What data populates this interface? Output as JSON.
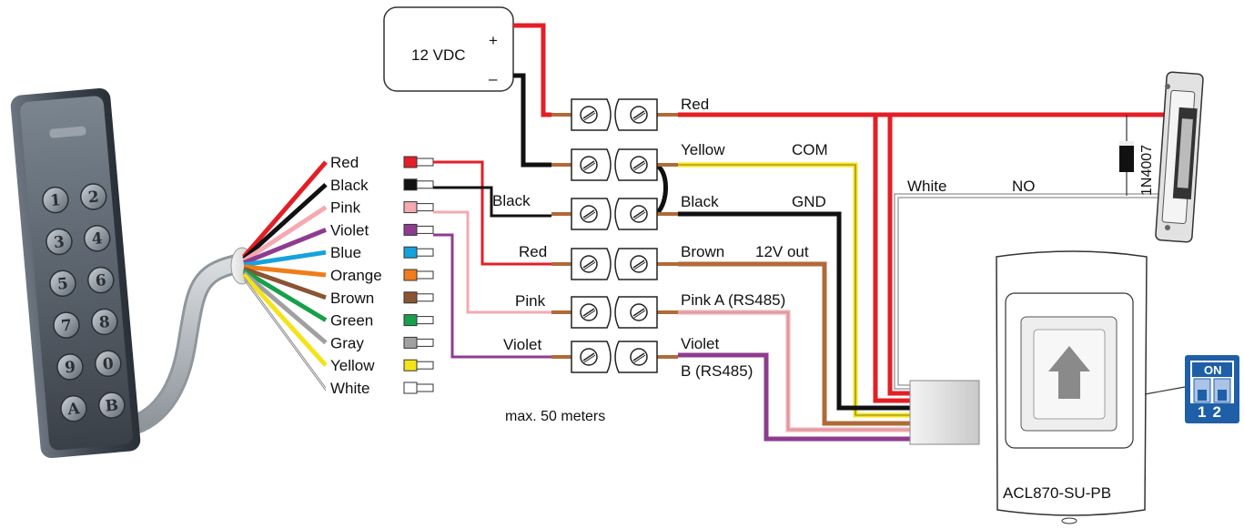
{
  "psu": {
    "label": "12 VDC",
    "plus": "+",
    "minus": "–"
  },
  "reader_wires": [
    {
      "label": "Red",
      "color": "#e41e26"
    },
    {
      "label": "Black",
      "color": "#111111"
    },
    {
      "label": "Pink",
      "color": "#f5a9b0"
    },
    {
      "label": "Violet",
      "color": "#8e3c8f"
    },
    {
      "label": "Blue",
      "color": "#16a2dc"
    },
    {
      "label": "Orange",
      "color": "#f07d1a"
    },
    {
      "label": "Brown",
      "color": "#8b5432"
    },
    {
      "label": "Green",
      "color": "#16a04a"
    },
    {
      "label": "Gray",
      "color": "#a0a0a0"
    },
    {
      "label": "Yellow",
      "color": "#f5e31a"
    },
    {
      "label": "White",
      "color": "#ffffff"
    }
  ],
  "terminal_left_labels": [
    "Black",
    "Red",
    "Pink",
    "Violet"
  ],
  "terminal_right_labels": [
    "Red",
    "Yellow",
    "Black",
    "Brown",
    "Pink A (RS485)",
    "Violet",
    "B (RS485)"
  ],
  "function_labels": [
    "COM",
    "GND",
    "12V out",
    "White",
    "NO"
  ],
  "distance_note": "max. 50 meters",
  "diode_label": "1N4007",
  "controller_model": "ACL870-SU-PB",
  "dip_switch": {
    "on_label": "ON",
    "numbers": "12"
  },
  "keypad_keys": [
    "1",
    "2",
    "3",
    "4",
    "5",
    "6",
    "7",
    "8",
    "9",
    "0",
    "A",
    "B"
  ],
  "colors": {
    "red": "#e41e26",
    "black": "#111111",
    "pink": "#f5a9b0",
    "violet": "#8e3c8f",
    "yellow": "#f5e31a",
    "brown": "#b06a38",
    "white_wire": "#ffffff",
    "dip_blue": "#1e5fa8",
    "keypad_body": "#505a66"
  }
}
